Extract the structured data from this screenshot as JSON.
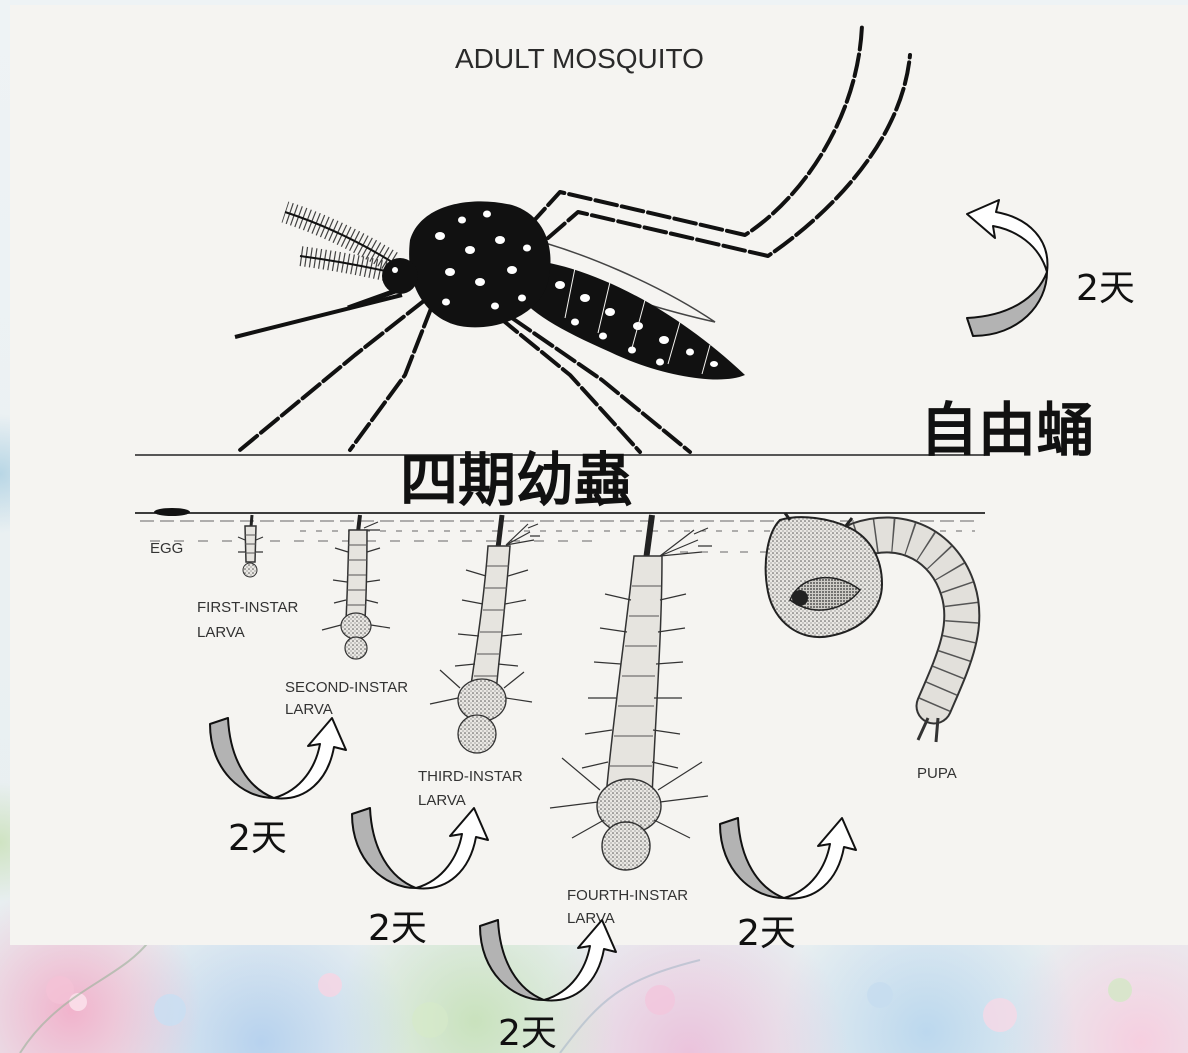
{
  "title": "ADULT MOSQUITO",
  "annotations": {
    "larval_stages": "四期幼蟲",
    "free_pupa": "自由蛹"
  },
  "stages": {
    "egg": "EGG",
    "first_instar": [
      "FIRST-INSTAR",
      "LARVA"
    ],
    "second_instar": [
      "SECOND-INSTAR",
      "LARVA"
    ],
    "third_instar": [
      "THIRD-INSTAR",
      "LARVA"
    ],
    "fourth_instar": [
      "FOURTH-INSTAR",
      "LARVA"
    ],
    "pupa": "PUPA"
  },
  "duration_labels": [
    "2天",
    "2天",
    "2天",
    "2天",
    "2天"
  ],
  "icons": {
    "arrow": "curved-arrow-icon"
  },
  "colors": {
    "panel": "#f5f4f1",
    "ink": "#111111",
    "arrow_tail": "#b3b3b3",
    "arrow_head": "#ffffff"
  }
}
